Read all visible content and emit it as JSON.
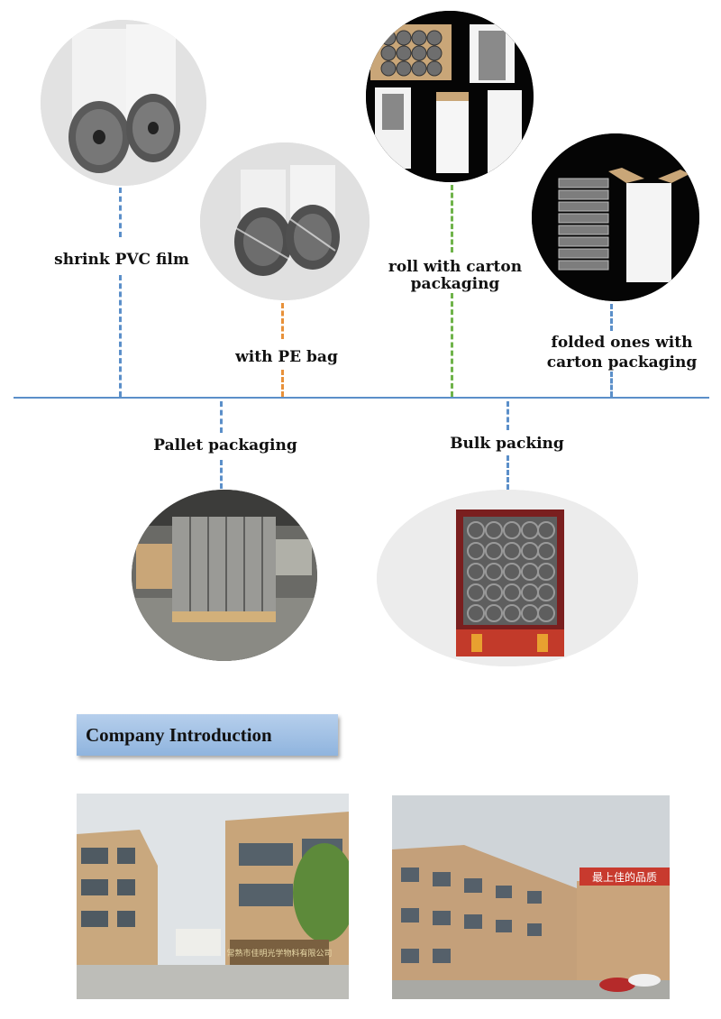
{
  "packaging": {
    "shrink_pvc": "shrink PVC film",
    "pe_bag": "with PE bag",
    "roll_carton_1": "roll with carton",
    "roll_carton_2": "packaging",
    "folded_1": "folded ones with",
    "folded_2": "carton packaging",
    "pallet": "Pallet packaging",
    "bulk": "Bulk packing"
  },
  "company": {
    "heading": "Company Introduction",
    "sign_left": "常熟市佳明光学物料有限公司",
    "sign_right": "最上佳的品质"
  },
  "colors": {
    "timeline": "#5b8fc9",
    "dash_blue": "#5b8fc9",
    "dash_orange": "#e8913a",
    "dash_green": "#6fb34a"
  }
}
